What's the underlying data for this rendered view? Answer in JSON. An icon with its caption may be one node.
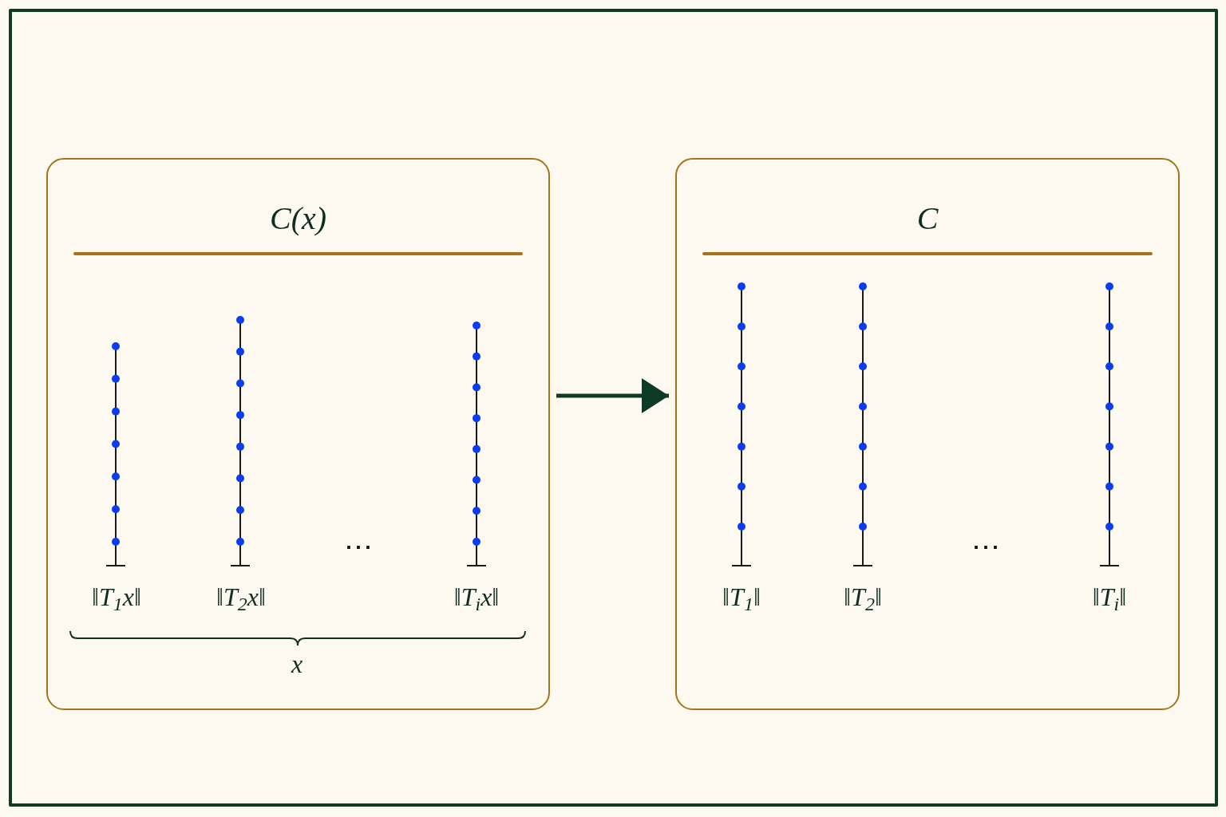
{
  "diagram": {
    "nodes": [
      {
        "text": [
          "C(x)"
        ]
      },
      {
        "text": [
          "C"
        ]
      }
    ],
    "edges": [
      {
        "from": 0,
        "to": 1,
        "arrow": "to"
      }
    ],
    "labels": [
      "‖T$_{1}$x‖",
      "‖T$_{2}$x‖",
      "⋯",
      "‖T$_{i}$x‖",
      "x",
      "‖T$_{1}$‖",
      "‖T$_{2}$‖",
      "⋯",
      "‖T$_{i}$‖"
    ]
  }
}
